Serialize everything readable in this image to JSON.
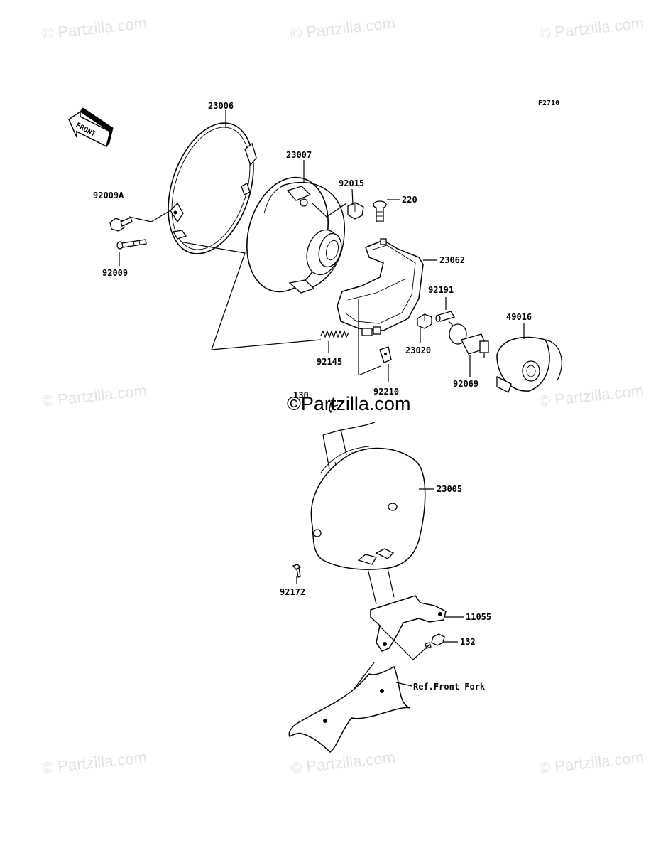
{
  "figure_code": "F2710",
  "front_marker": "FRONT",
  "watermarks": {
    "brand": "© Partzilla.com",
    "center": "©Partzilla.com"
  },
  "parts": {
    "p23006": "23006",
    "p23007": "23007",
    "p92015": "92015",
    "p220": "220",
    "p92009A": "92009A",
    "p92009": "92009",
    "p23062": "23062",
    "p92191": "92191",
    "p49016": "49016",
    "p23020": "23020",
    "p92145": "92145",
    "p92210": "92210",
    "p92069": "92069",
    "p130": "130",
    "p23005": "23005",
    "p92172": "92172",
    "p11055": "11055",
    "p132": "132",
    "ref_front_fork": "Ref.Front Fork"
  }
}
